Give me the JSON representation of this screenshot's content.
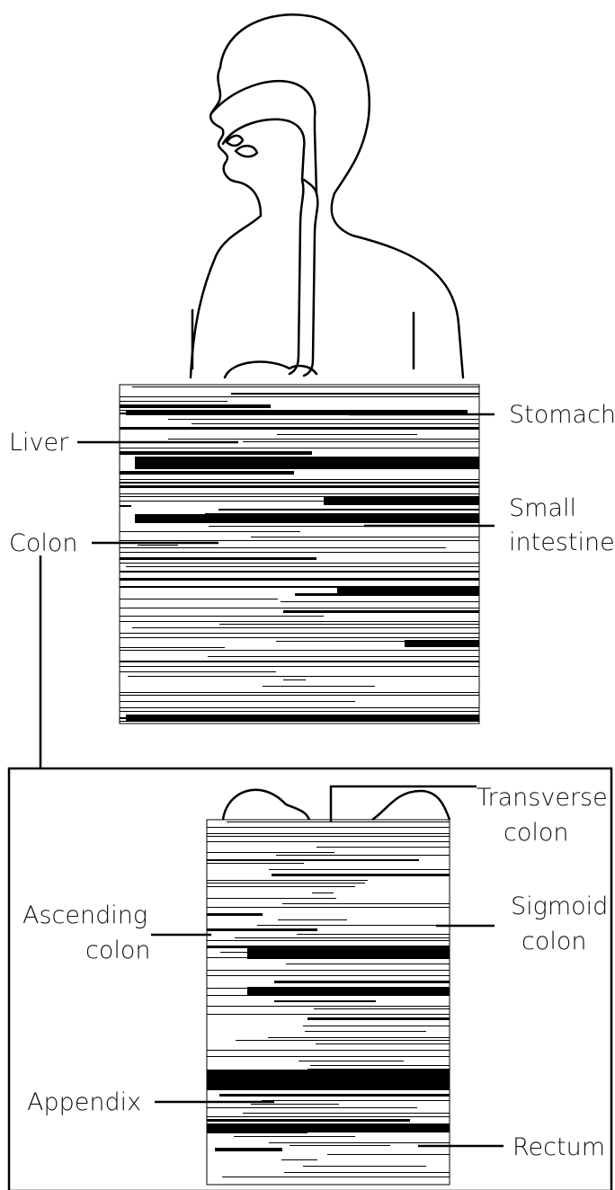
{
  "labels": {
    "stomach": "Stomach",
    "liver": "Liver",
    "small_intestine_1": "Small",
    "small_intestine_2": "intestine",
    "colon": "Colon",
    "transverse_1": "Transverse",
    "transverse_2": "colon",
    "ascending_1": "Ascending",
    "ascending_2": "colon",
    "sigmoid_1": "Sigmoid",
    "sigmoid_2": "colon",
    "appendix": "Appendix",
    "rectum": "Rectum"
  },
  "colors": {
    "ink": "#000000",
    "paper": "#ffffff"
  }
}
